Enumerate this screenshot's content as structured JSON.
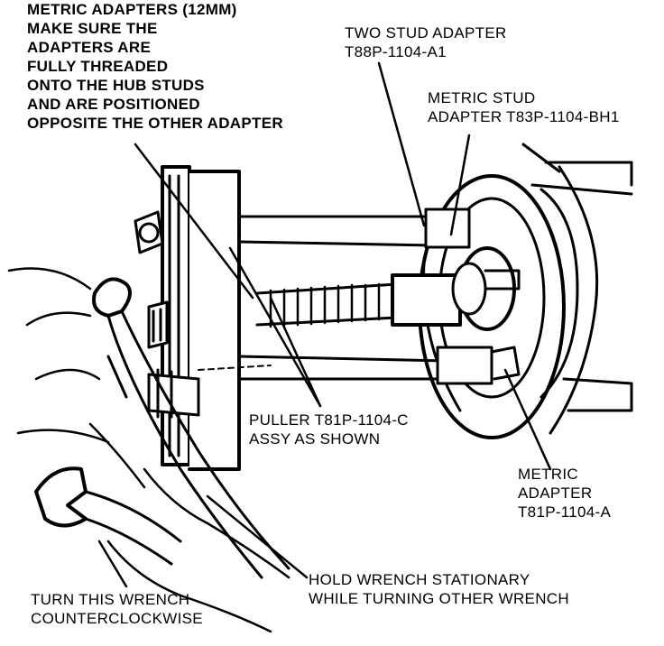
{
  "callouts": {
    "metric_adapters_note": {
      "lines": [
        "METRIC ADAPTERS (12mm)",
        "MAKE SURE THE",
        "ADAPTERS ARE",
        "FULLY THREADED",
        "ONTO THE HUB STUDS",
        "AND ARE POSITIONED",
        "OPPOSITE THE OTHER ADAPTER"
      ]
    },
    "two_stud_adapter": {
      "lines": [
        "TWO STUD ADAPTER",
        "T88P-1104-A1"
      ]
    },
    "metric_stud_adapter": {
      "lines": [
        "METRIC STUD",
        "ADAPTER T83P-1104-BH1"
      ]
    },
    "puller": {
      "lines": [
        "PULLER T81P-1104-C",
        "ASSY AS SHOWN"
      ]
    },
    "metric_adapter": {
      "lines": [
        "METRIC",
        "ADAPTER",
        "T81P-1104-A"
      ]
    },
    "hold_wrench": {
      "lines": [
        "HOLD WRENCH STATIONARY",
        "WHILE TURNING OTHER WRENCH"
      ]
    },
    "turn_wrench": {
      "lines": [
        "TURN THIS WRENCH",
        "COUNTERCLOCKWISE"
      ]
    }
  },
  "colors": {
    "ink": "#000000",
    "paper": "#ffffff"
  }
}
